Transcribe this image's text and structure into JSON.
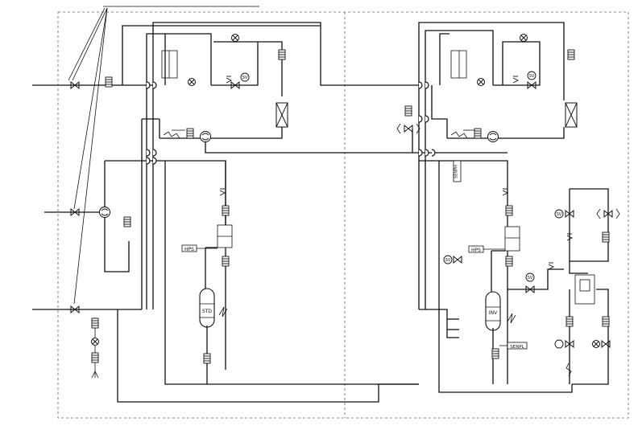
{
  "diagram": {
    "labels": {
      "hps_left": "HPS",
      "hps_right": "HPS",
      "compressor_left": "STD",
      "compressor_right": "INV",
      "senpl": "SENPL",
      "senph": "SENPH",
      "sv_right_1": "SV",
      "sv_right_2": "SV",
      "sv_right_3": "SV",
      "sv_left_1": "SV",
      "sv_right_4": "SV"
    },
    "colors": {
      "line": "#111111",
      "boundary": "#666666",
      "background": "#ffffff"
    },
    "icons": [
      "ball-valve-icon",
      "solenoid-valve-icon",
      "check-valve-icon",
      "sensor-icon",
      "filter-drier-icon",
      "four-way-valve-icon",
      "service-valve-icon",
      "capillary-icon"
    ]
  }
}
